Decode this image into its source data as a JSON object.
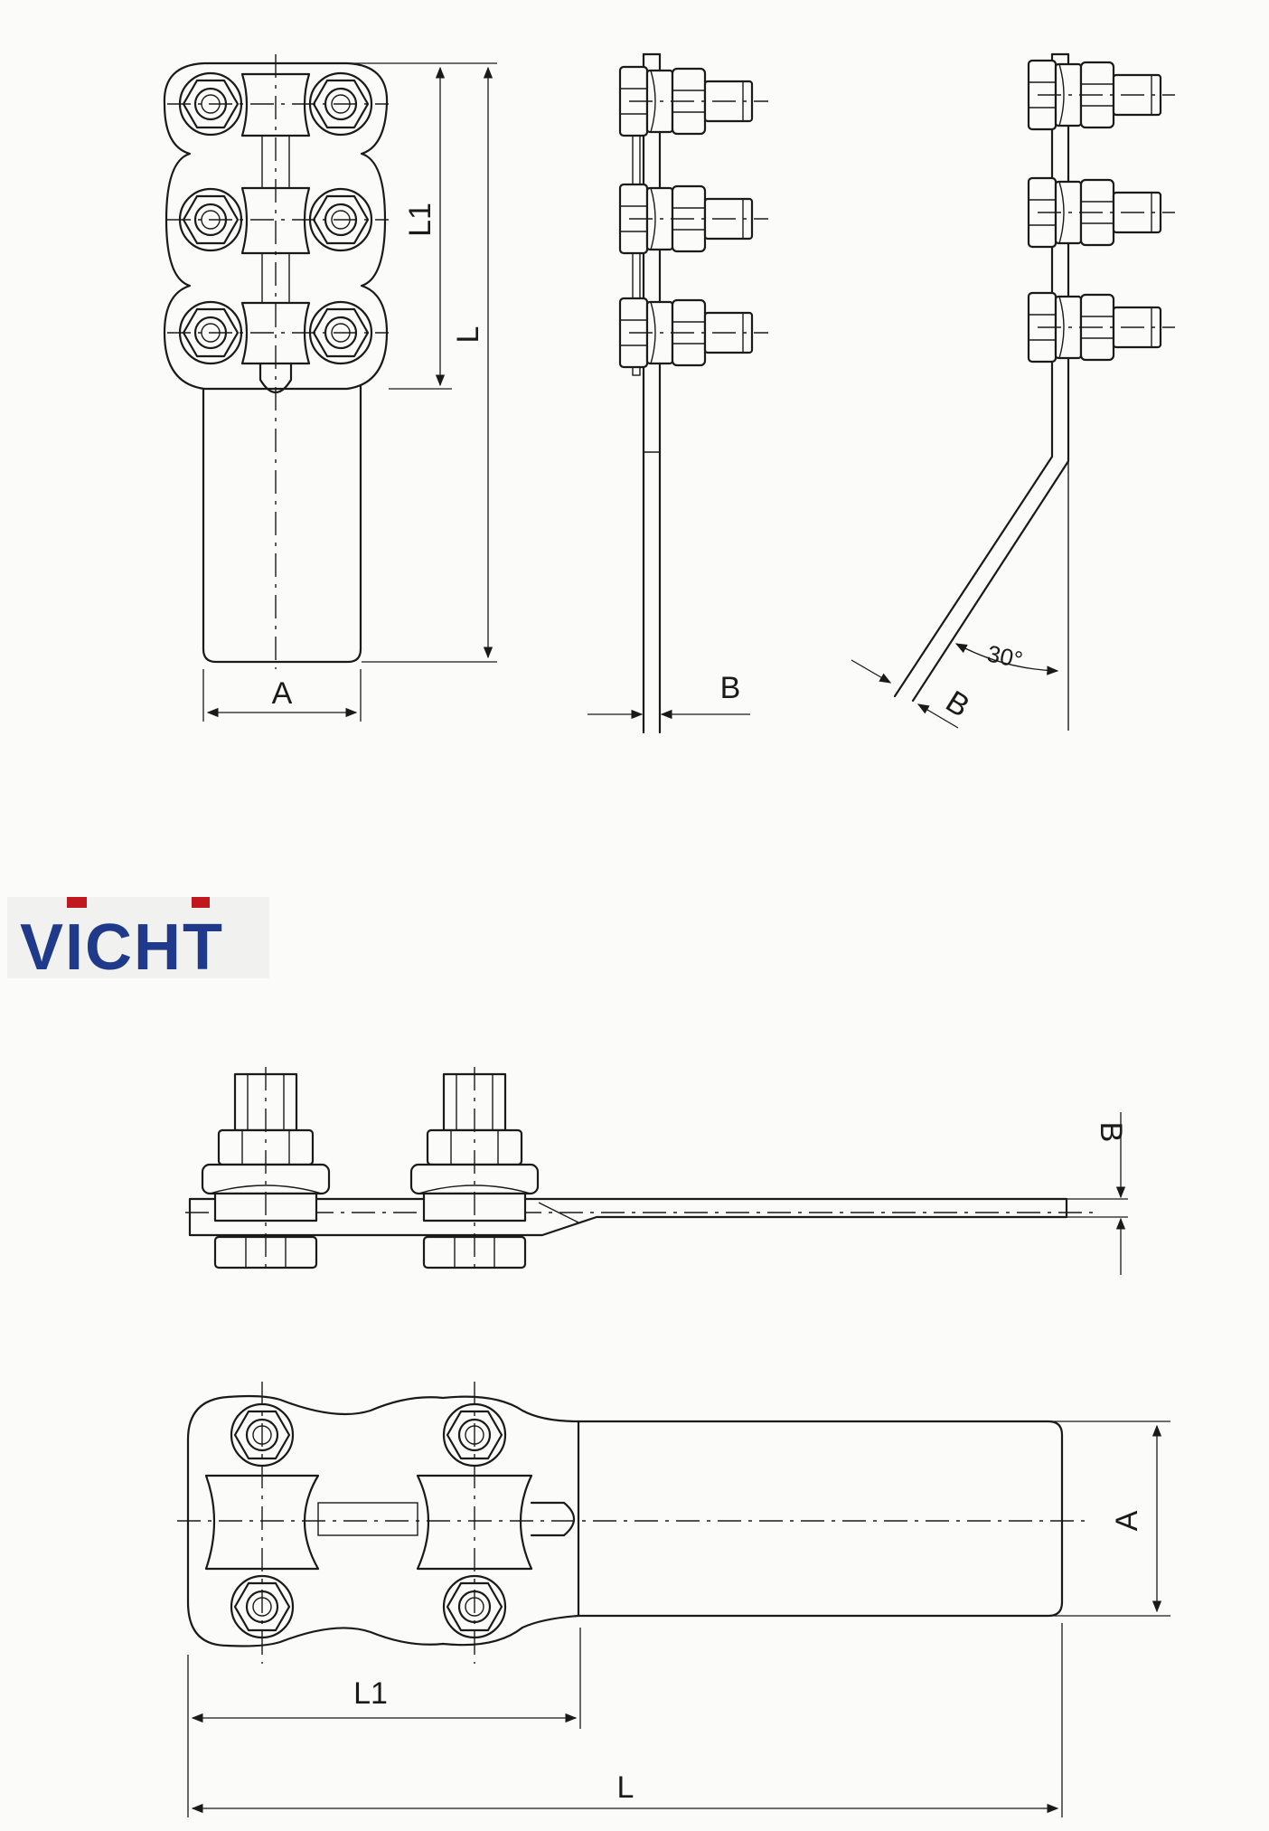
{
  "brand": {
    "name": "VICHT",
    "primary_color": "#1f3a8a",
    "accent_color": "#c0181c"
  },
  "drawing_top": {
    "front": {
      "width_label": "A",
      "pitch_label": "L1",
      "length_label": "L"
    },
    "side": {
      "thickness_label": "B"
    },
    "bent": {
      "angle_label": "30°",
      "thickness_label": "B"
    }
  },
  "drawing_bottom": {
    "side": {
      "thickness_label": "B"
    },
    "plan": {
      "width_label": "A",
      "pitch_label": "L1",
      "length_label": "L"
    }
  }
}
